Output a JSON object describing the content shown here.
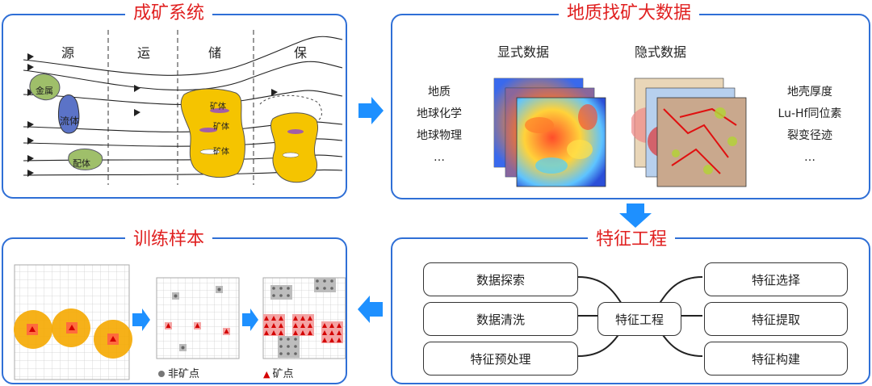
{
  "panels": {
    "ore_system": {
      "title": "成矿系统",
      "columns": [
        "源",
        "运",
        "储",
        "保"
      ],
      "labels": {
        "metal": "金属",
        "fluid": "流体",
        "ligand": "配体",
        "orebody": "矿体"
      }
    },
    "big_data": {
      "title": "地质找矿大数据",
      "explicit_label": "显式数据",
      "implicit_label": "隐式数据",
      "left_list": [
        "地质",
        "地球化学",
        "地球物理",
        "…"
      ],
      "right_list": [
        "地壳厚度",
        "Lu-Hf同位素",
        "裂变径迹",
        "…"
      ]
    },
    "feature_eng": {
      "title": "特征工程",
      "center": "特征工程",
      "left_boxes": [
        "数据探索",
        "数据清洗",
        "特征预处理"
      ],
      "right_boxes": [
        "特征选择",
        "特征提取",
        "特征构建"
      ]
    },
    "training": {
      "title": "训练样本",
      "legend_non_ore": "非矿点",
      "legend_ore": "矿点"
    }
  },
  "colors": {
    "panel_border": "#2f6fd6",
    "title": "#e02020",
    "arrow": "#1e90ff",
    "ore_yellow": "#f5c400",
    "ore_red": "#d40000",
    "non_ore_gray": "#777777"
  }
}
